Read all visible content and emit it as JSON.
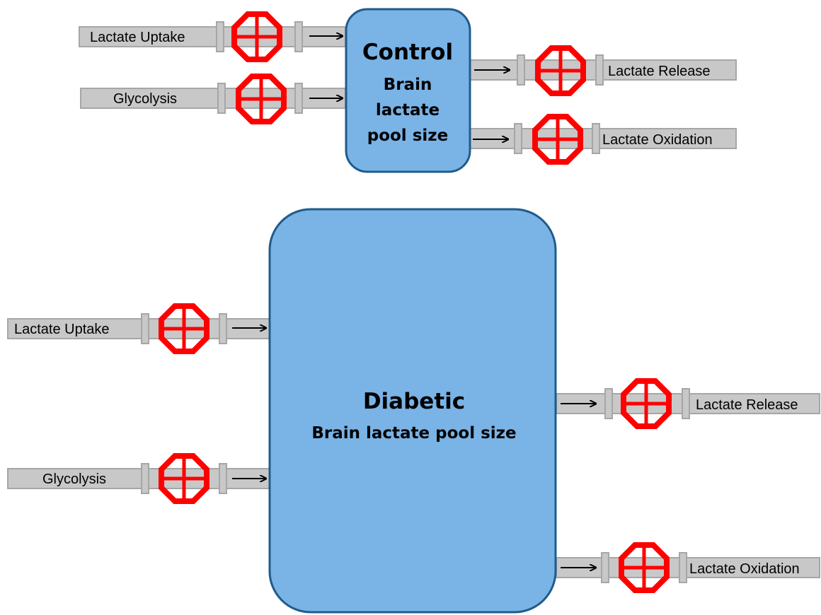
{
  "colors": {
    "pipe_fill": "#c8c8c8",
    "pipe_stroke": "#a6a6a6",
    "valve_red": "#ff0000",
    "box_fill": "#7ab3e6",
    "box_stroke": "#1f5c8b",
    "arrow": "#000000"
  },
  "control": {
    "title": "Control",
    "subtitle_line1": "Brain",
    "subtitle_line2": "lactate",
    "subtitle_line3": "pool size",
    "inputs": [
      "Lactate Uptake",
      "Glycolysis"
    ],
    "outputs": [
      "Lactate Release",
      "Lactate Oxidation"
    ]
  },
  "diabetic": {
    "title": "Diabetic",
    "subtitle": "Brain lactate pool size",
    "inputs": [
      "Lactate Uptake",
      "Glycolysis"
    ],
    "outputs": [
      "Lactate Release",
      "Lactate Oxidation"
    ]
  },
  "icons": {
    "valve": "valve-icon",
    "arrow": "arrow-right-icon"
  }
}
